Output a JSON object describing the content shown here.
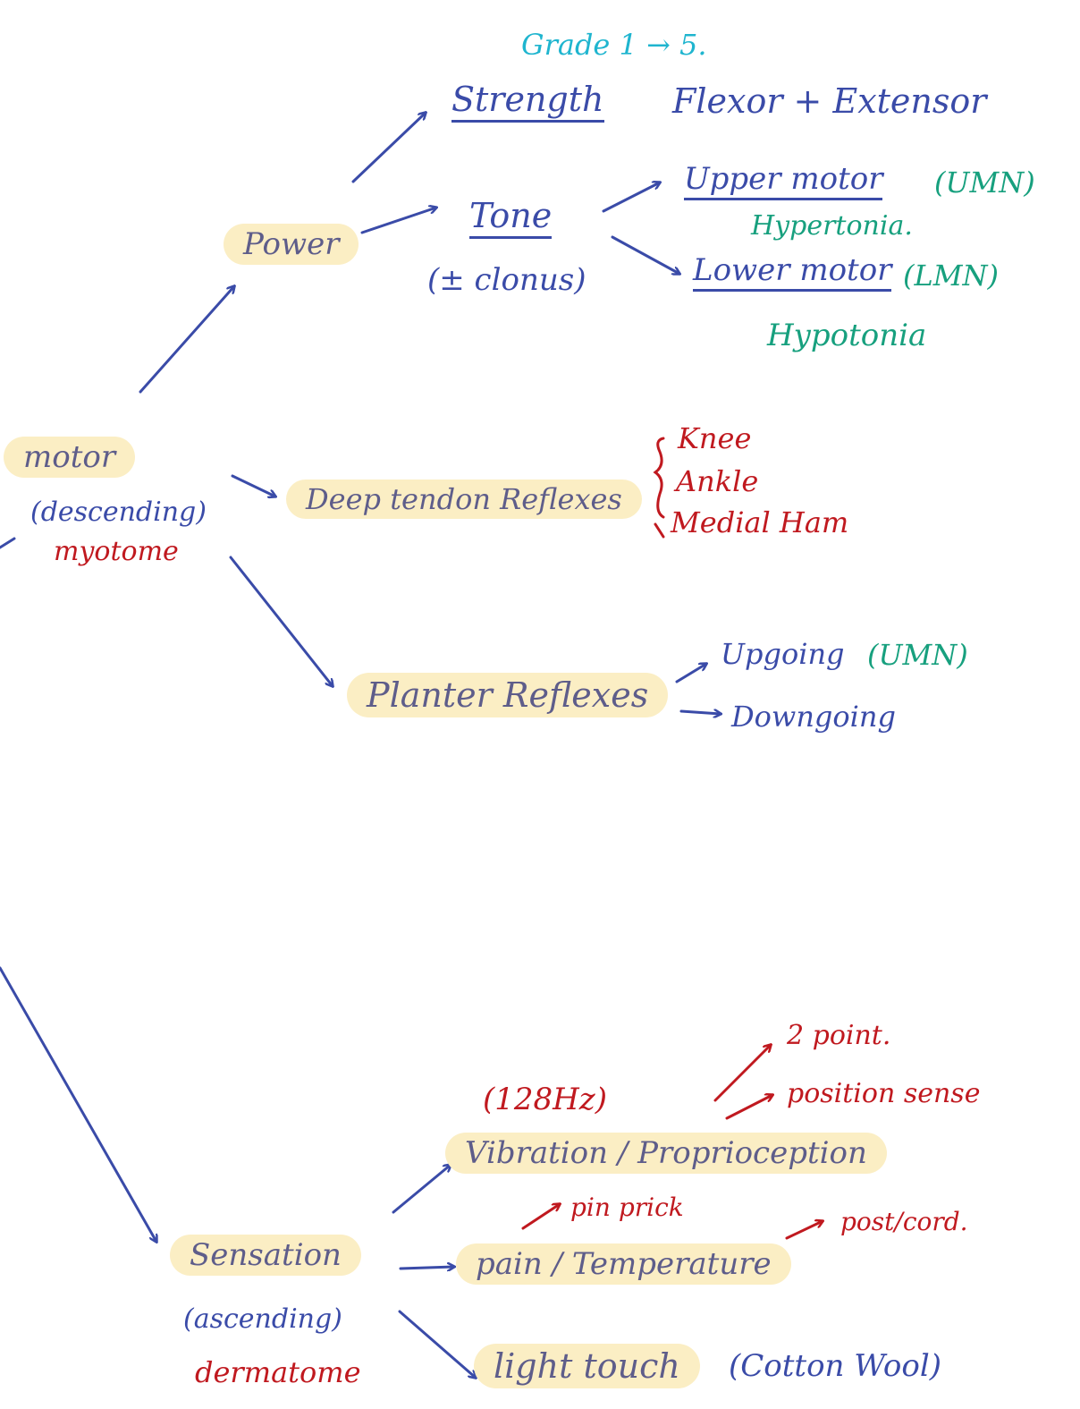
{
  "diagram": {
    "grade": "Grade 1 → 5.",
    "strength": "Strength",
    "flexor_extensor": "Flexor + Extensor",
    "power": "Power",
    "tone": "Tone",
    "clonus": "(± clonus)",
    "upper_motor": "Upper motor",
    "umn": "(UMN)",
    "hypertonia": "Hypertonia.",
    "lower_motor": "Lower motor",
    "lmn": "(LMN)",
    "hypotonia": "Hypotonia",
    "motor": "motor",
    "descending": "(descending)",
    "myotome": "myotome",
    "deep_tendon": "Deep tendon Reflexes",
    "knee": "Knee",
    "ankle": "Ankle",
    "medial_ham": "Medial Ham",
    "planter": "Planter Reflexes",
    "upgoing": "Upgoing",
    "upgoing_umn": "(UMN)",
    "downgoing": "Downgoing",
    "hz": "(128Hz)",
    "two_point": "2 point.",
    "position_sense": "position sense",
    "vibration": "Vibration / Proprioception",
    "pin_prick": "pin prick",
    "post_cord": "post/cord.",
    "pain_temp": "pain / Temperature",
    "sensation": "Sensation",
    "ascending": "(ascending)",
    "dermatome": "dermatome",
    "light_touch": "light touch",
    "cotton_wool": "(Cotton Wool)"
  },
  "colors": {
    "blue": "#3a4ba8",
    "cyan": "#1fb5cf",
    "teal": "#17a07e",
    "red": "#c0191f",
    "highlight": "#fbeec4"
  }
}
